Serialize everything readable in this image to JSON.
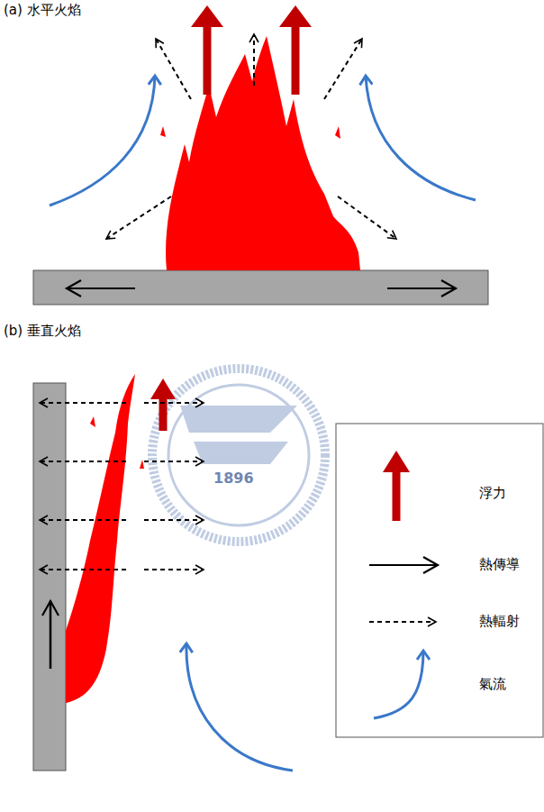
{
  "diagram": {
    "labels": [
      "(a) 水平火焰",
      "(b) 垂直火焰",
      "1896"
    ],
    "legend": [
      {
        "text": "浮力"
      },
      {
        "text": "熱傳導"
      },
      {
        "text": "熱輻射"
      },
      {
        "text": "氣流"
      }
    ]
  }
}
